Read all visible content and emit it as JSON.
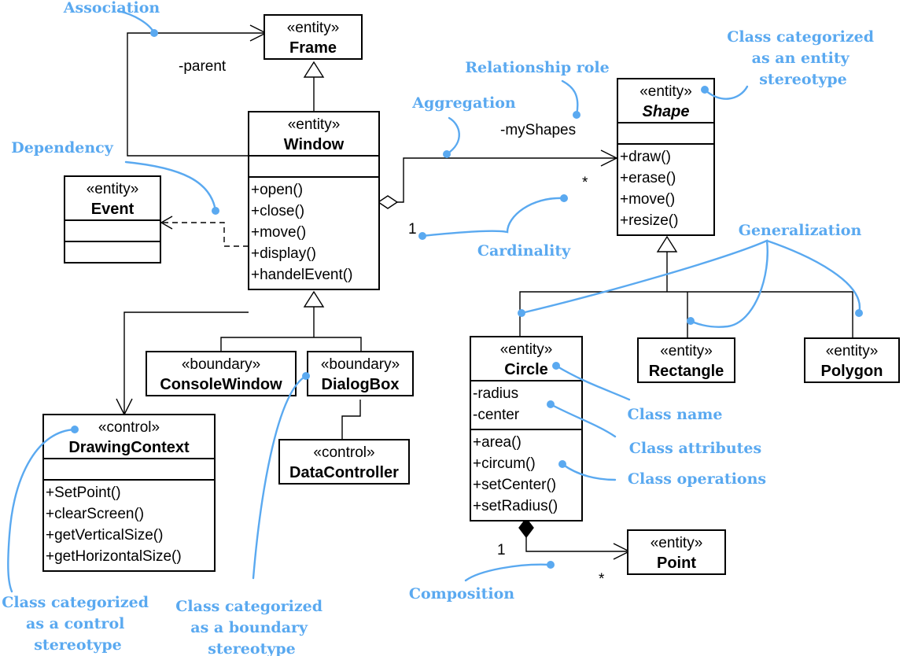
{
  "classes": {
    "frame": {
      "stereotype": "«entity»",
      "name": "Frame",
      "attributes": [],
      "operations": []
    },
    "window": {
      "stereotype": "«entity»",
      "name": "Window",
      "attributes": [],
      "operations": [
        "+open()",
        "+close()",
        "+move()",
        "+display()",
        "+handelEvent()"
      ]
    },
    "event": {
      "stereotype": "«entity»",
      "name": "Event",
      "attributes": [],
      "operations": []
    },
    "shape": {
      "stereotype": "«entity»",
      "name": "Shape",
      "attributes": [],
      "operations": [
        "+draw()",
        "+erase()",
        "+move()",
        "+resize()"
      ]
    },
    "consolewindow": {
      "stereotype": "«boundary»",
      "name": "ConsoleWindow",
      "attributes": [],
      "operations": []
    },
    "dialogbox": {
      "stereotype": "«boundary»",
      "name": "DialogBox",
      "attributes": [],
      "operations": []
    },
    "drawingcontext": {
      "stereotype": "«control»",
      "name": "DrawingContext",
      "attributes": [],
      "operations": [
        "+SetPoint()",
        "+clearScreen()",
        "+getVerticalSize()",
        "+getHorizontalSize()"
      ]
    },
    "datacontroller": {
      "stereotype": "«control»",
      "name": "DataController",
      "attributes": [],
      "operations": []
    },
    "circle": {
      "stereotype": "«entity»",
      "name": "Circle",
      "attributes": [
        "-radius",
        "-center"
      ],
      "operations": [
        "+area()",
        "+circum()",
        "+setCenter()",
        "+setRadius()"
      ]
    },
    "rectangle": {
      "stereotype": "«entity»",
      "name": "Rectangle",
      "attributes": [],
      "operations": []
    },
    "polygon": {
      "stereotype": "«entity»",
      "name": "Polygon",
      "attributes": [],
      "operations": []
    },
    "point": {
      "stereotype": "«entity»",
      "name": "Point",
      "attributes": [],
      "operations": []
    }
  },
  "relationship_labels": {
    "parent_role": "-parent",
    "myshapes_role": "-myShapes",
    "window_multiplicity": "1",
    "shape_multiplicity": "*",
    "circle_multiplicity": "1",
    "point_multiplicity": "*"
  },
  "annotations": {
    "association": [
      "Association"
    ],
    "relationship_role": [
      "Relationship role"
    ],
    "entity_stereotype": [
      "Class categorized",
      "as an entity",
      "stereotype"
    ],
    "aggregation": [
      "Aggregation"
    ],
    "dependency": [
      "Dependency"
    ],
    "cardinality": [
      "Cardinality"
    ],
    "generalization": [
      "Generalization"
    ],
    "class_name": [
      "Class name"
    ],
    "class_attributes": [
      "Class attributes"
    ],
    "class_operations": [
      "Class operations"
    ],
    "composition": [
      "Composition"
    ],
    "control_stereotype": [
      "Class categorized",
      "as a control",
      "stereotype"
    ],
    "boundary_stereotype": [
      "Class categorized",
      "as a boundary",
      "stereotype"
    ]
  },
  "colors": {
    "annotation": "#5aa9f0",
    "uml": "#000000",
    "background": "#ffffff"
  }
}
